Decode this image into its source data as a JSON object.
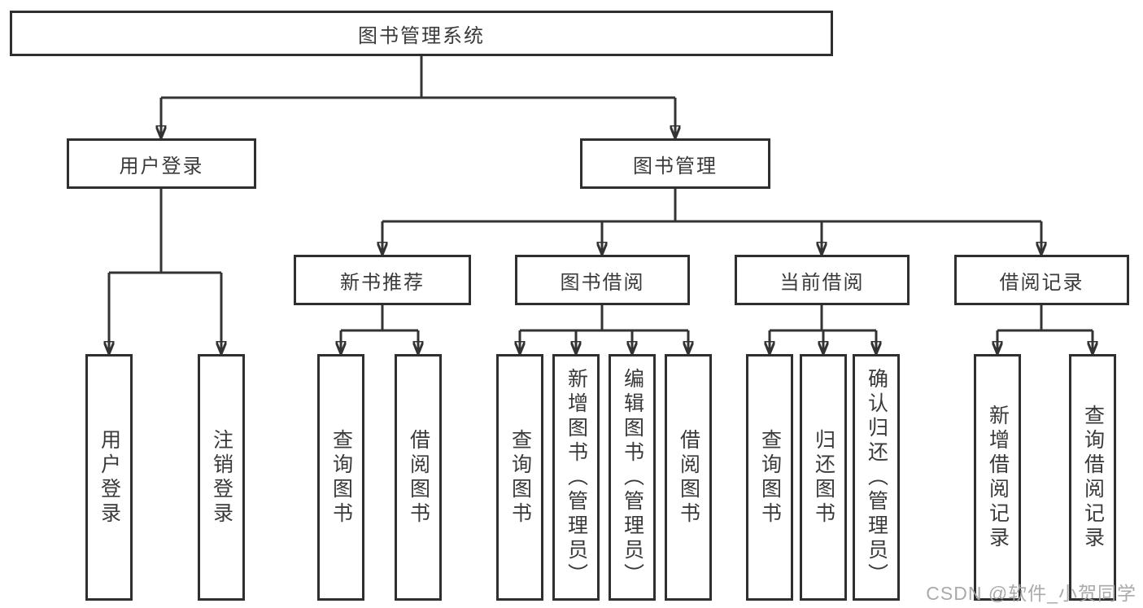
{
  "diagram": {
    "root": {
      "label": "图书管理系统"
    },
    "branches": [
      {
        "label": "用户登录",
        "children": [
          {
            "label": "用户登录"
          },
          {
            "label": "注销登录"
          }
        ]
      },
      {
        "label": "图书管理",
        "children": [
          {
            "label": "新书推荐",
            "children": [
              {
                "label": "查询图书"
              },
              {
                "label": "借阅图书"
              }
            ]
          },
          {
            "label": "图书借阅",
            "children": [
              {
                "label": "查询图书"
              },
              {
                "label": "新增图书（管理员）"
              },
              {
                "label": "编辑图书（管理员）"
              },
              {
                "label": "借阅图书"
              }
            ]
          },
          {
            "label": "当前借阅",
            "children": [
              {
                "label": "查询图书"
              },
              {
                "label": "归还图书"
              },
              {
                "label": "确认归还（管理员）"
              }
            ]
          },
          {
            "label": "借阅记录",
            "children": [
              {
                "label": "新增借阅记录"
              },
              {
                "label": "查询借阅记录"
              }
            ]
          }
        ]
      }
    ]
  },
  "watermark": {
    "text": "CSDN @软件_小贺同学"
  },
  "colors": {
    "line": "#333333",
    "box_border": "#2f2f2f",
    "text": "#3a3a3a",
    "watermark": "#a5a5a5",
    "background": "#ffffff"
  }
}
